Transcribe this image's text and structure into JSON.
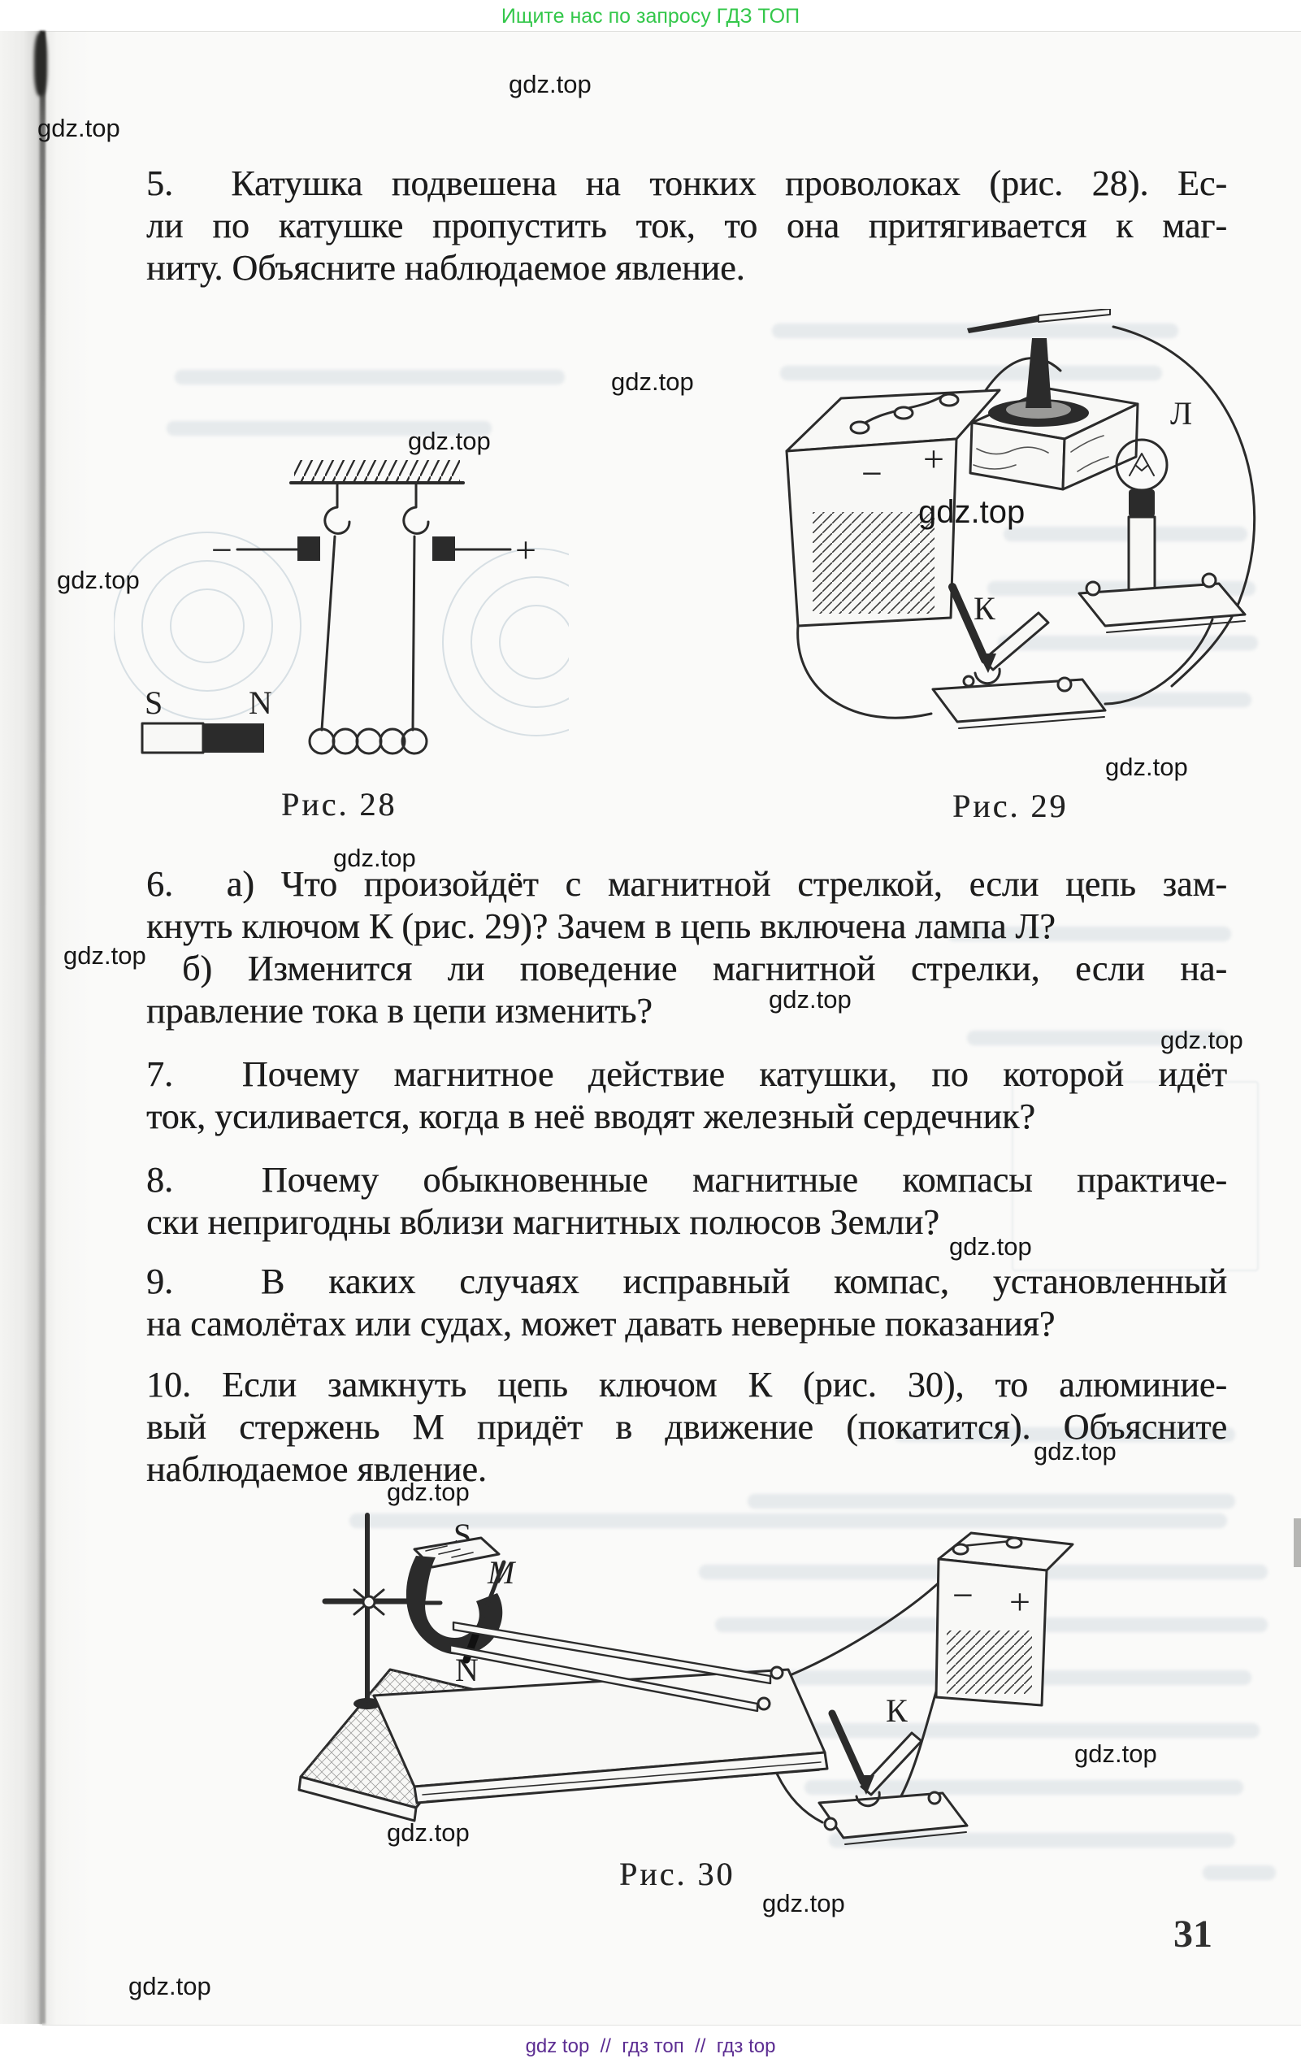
{
  "header": {
    "promo": "Ищите нас по запросу ГДЗ ТОП"
  },
  "watermark": {
    "text": "gdz.top"
  },
  "problems": [
    {
      "lines": [
        "5.  Катушка подвешена на тонких проволоках (рис. 28). Ес-",
        "ли по катушке пропустить ток, то она притягивается к маг-",
        "ниту. Объясните наблюдаемое явление."
      ]
    },
    {
      "lines": [
        "6.  а) Что произойдёт с магнитной стрелкой, если цепь зам-",
        "кнуть ключом К (рис. 29)? Зачем в цепь включена лампа Л?",
        " б) Изменится ли поведение магнитной стрелки, если на-",
        "правление тока в цепи изменить?"
      ]
    },
    {
      "lines": [
        "7.  Почему магнитное действие катушки, по которой идёт",
        "ток, усиливается, когда в неё вводят железный сердечник?"
      ]
    },
    {
      "lines": [
        "8.  Почему обыкновенные магнитные компасы практиче-",
        "ски непригодны вблизи магнитных полюсов Земли?"
      ]
    },
    {
      "lines": [
        "9.  В каких случаях исправный компас, установленный",
        "на самолётах или судах, может давать неверные показания?"
      ]
    },
    {
      "lines": [
        "10. Если замкнуть цепь ключом К (рис. 30), то алюминие-",
        "вый стержень М придёт в движение (покатится). Объясните",
        "наблюдаемое явление."
      ]
    }
  ],
  "figures": {
    "fig28": {
      "caption": "Рис. 28",
      "pole_s": "S",
      "pole_n": "N",
      "minus": "−",
      "plus": "+"
    },
    "fig29": {
      "caption": "Рис. 29",
      "lamp": "Л",
      "key": "К",
      "minus": "−",
      "plus": "+"
    },
    "fig30": {
      "caption": "Рис. 30",
      "pole_s": "S",
      "rod": "M",
      "pole_n": "N",
      "key": "К",
      "minus": "−",
      "plus": "+"
    }
  },
  "page_number": "31",
  "footer": {
    "promo": "gdz top  //  гдз топ  //  гдз top"
  }
}
